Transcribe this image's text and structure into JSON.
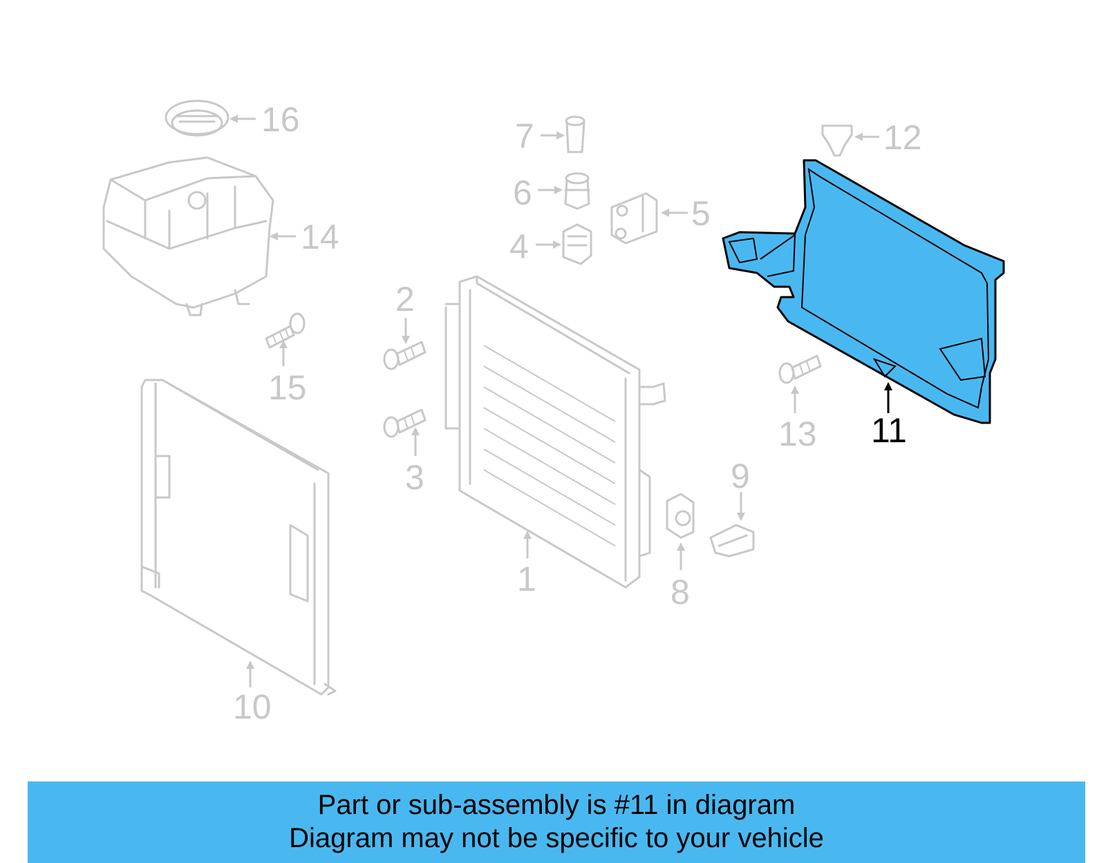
{
  "diagram": {
    "highlight_color": "#4ab8f0",
    "highlighted_part": "11",
    "callouts": [
      "1",
      "2",
      "3",
      "4",
      "5",
      "6",
      "7",
      "8",
      "9",
      "10",
      "11",
      "12",
      "13",
      "14",
      "15",
      "16"
    ]
  },
  "caption": {
    "line1": "Part or sub-assembly is #11 in diagram",
    "line2": "Diagram may not be specific to your vehicle"
  }
}
